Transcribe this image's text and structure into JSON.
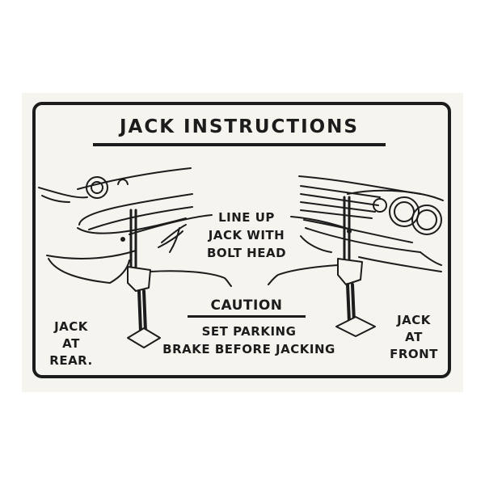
{
  "title": "JACK INSTRUCTIONS",
  "lineup": {
    "line1": "LINE UP",
    "line2": "JACK WITH",
    "line3": "BOLT HEAD"
  },
  "caution": {
    "heading": "CAUTION",
    "line1": "SET PARKING",
    "line2": "BRAKE BEFORE JACKING"
  },
  "rear_label": {
    "line1": "JACK",
    "line2": "AT",
    "line3": "REAR."
  },
  "front_label": {
    "line1": "JACK",
    "line2": "AT",
    "line3": "FRONT"
  },
  "colors": {
    "ink": "#1c1c1c",
    "paper": "#f6f4ee"
  }
}
